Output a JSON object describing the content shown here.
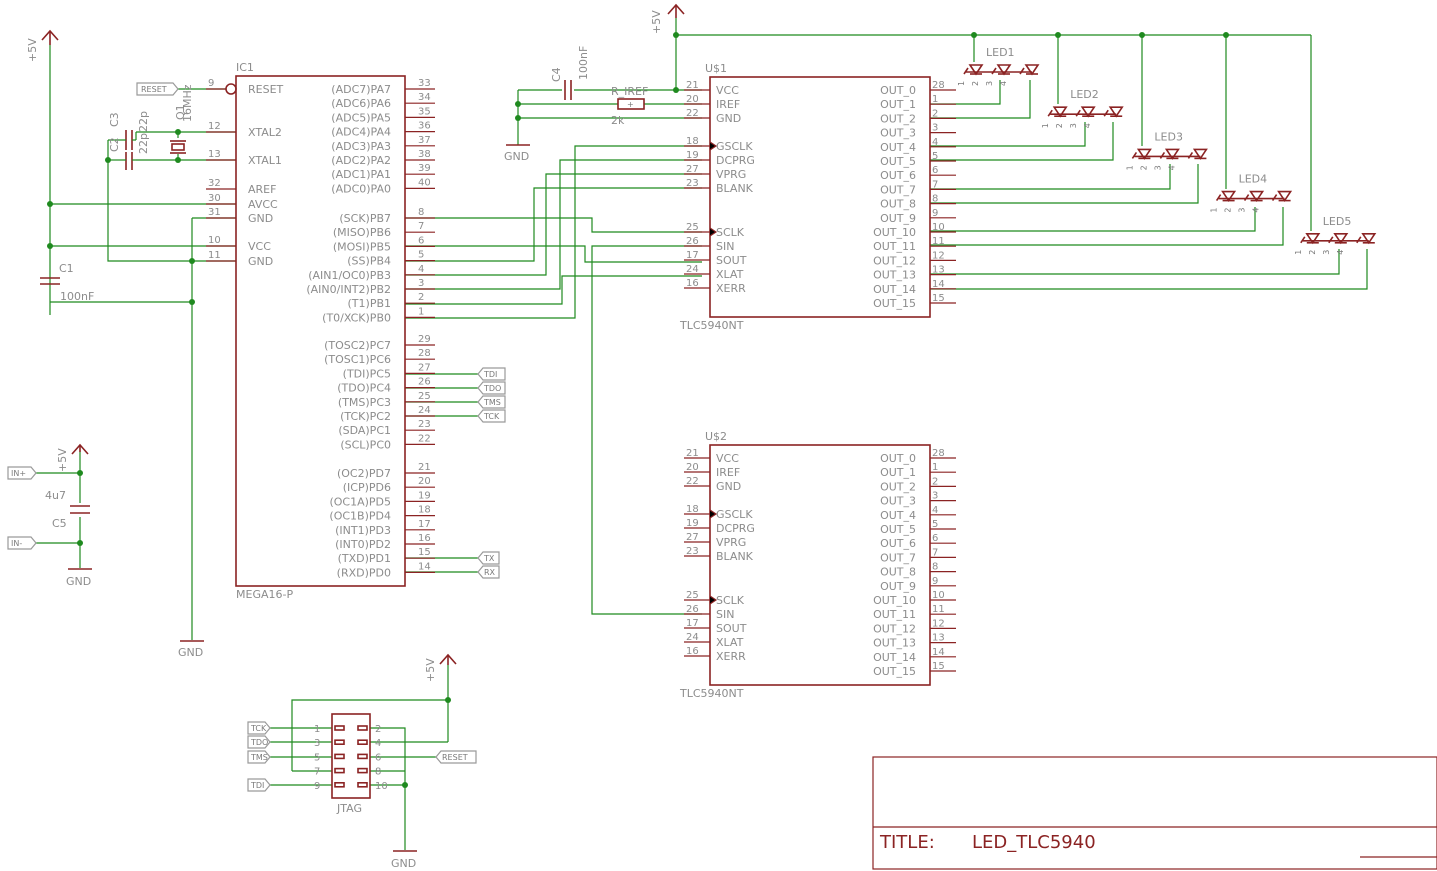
{
  "title_block": {
    "title_label": "TITLE:",
    "title_value": "LED_TLC5940"
  },
  "supply_labels": {
    "vcc": "+5V",
    "gnd": "GND"
  },
  "mcu": {
    "ref": "IC1",
    "value": "MEGA16-P",
    "left_pins": [
      {
        "num": "9",
        "name": "RESET"
      },
      {
        "num": "12",
        "name": "XTAL2"
      },
      {
        "num": "13",
        "name": "XTAL1"
      },
      {
        "num": "32",
        "name": "AREF"
      },
      {
        "num": "30",
        "name": "AVCC"
      },
      {
        "num": "31",
        "name": "GND"
      },
      {
        "num": "10",
        "name": "VCC"
      },
      {
        "num": "11",
        "name": "GND"
      }
    ],
    "right_pins": [
      {
        "num": "33",
        "name": "(ADC7)PA7"
      },
      {
        "num": "34",
        "name": "(ADC6)PA6"
      },
      {
        "num": "35",
        "name": "(ADC5)PA5"
      },
      {
        "num": "36",
        "name": "(ADC4)PA4"
      },
      {
        "num": "37",
        "name": "(ADC3)PA3"
      },
      {
        "num": "38",
        "name": "(ADC2)PA2"
      },
      {
        "num": "39",
        "name": "(ADC1)PA1"
      },
      {
        "num": "40",
        "name": "(ADC0)PA0"
      },
      {
        "num": "8",
        "name": "(SCK)PB7"
      },
      {
        "num": "7",
        "name": "(MISO)PB6"
      },
      {
        "num": "6",
        "name": "(MOSI)PB5"
      },
      {
        "num": "5",
        "name": "(SS)PB4"
      },
      {
        "num": "4",
        "name": "(AIN1/OC0)PB3"
      },
      {
        "num": "3",
        "name": "(AIN0/INT2)PB2"
      },
      {
        "num": "2",
        "name": "(T1)PB1"
      },
      {
        "num": "1",
        "name": "(T0/XCK)PB0"
      },
      {
        "num": "29",
        "name": "(TOSC2)PC7"
      },
      {
        "num": "28",
        "name": "(TOSC1)PC6"
      },
      {
        "num": "27",
        "name": "(TDI)PC5"
      },
      {
        "num": "26",
        "name": "(TDO)PC4"
      },
      {
        "num": "25",
        "name": "(TMS)PC3"
      },
      {
        "num": "24",
        "name": "(TCK)PC2"
      },
      {
        "num": "23",
        "name": "(SDA)PC1"
      },
      {
        "num": "22",
        "name": "(SCL)PC0"
      },
      {
        "num": "21",
        "name": "(OC2)PD7"
      },
      {
        "num": "20",
        "name": "(ICP)PD6"
      },
      {
        "num": "19",
        "name": "(OC1A)PD5"
      },
      {
        "num": "18",
        "name": "(OC1B)PD4"
      },
      {
        "num": "17",
        "name": "(INT1)PD3"
      },
      {
        "num": "16",
        "name": "(INT0)PD2"
      },
      {
        "num": "15",
        "name": "(TXD)PD1"
      },
      {
        "num": "14",
        "name": "(RXD)PD0"
      }
    ]
  },
  "drivers": [
    {
      "ref": "U$1",
      "value": "TLC5940NT"
    },
    {
      "ref": "U$2",
      "value": "TLC5940NT"
    }
  ],
  "tlc_left_pins": [
    {
      "num": "21",
      "name": "VCC"
    },
    {
      "num": "20",
      "name": "IREF"
    },
    {
      "num": "22",
      "name": "GND"
    },
    {
      "num": "18",
      "name": "GSCLK"
    },
    {
      "num": "19",
      "name": "DCPRG"
    },
    {
      "num": "27",
      "name": "VPRG"
    },
    {
      "num": "23",
      "name": "BLANK"
    },
    {
      "num": "25",
      "name": "SCLK"
    },
    {
      "num": "26",
      "name": "SIN"
    },
    {
      "num": "17",
      "name": "SOUT"
    },
    {
      "num": "24",
      "name": "XLAT"
    },
    {
      "num": "16",
      "name": "XERR"
    }
  ],
  "tlc_right_pins": [
    {
      "num": "28",
      "name": "OUT_0"
    },
    {
      "num": "1",
      "name": "OUT_1"
    },
    {
      "num": "2",
      "name": "OUT_2"
    },
    {
      "num": "3",
      "name": "OUT_3"
    },
    {
      "num": "4",
      "name": "OUT_4"
    },
    {
      "num": "5",
      "name": "OUT_5"
    },
    {
      "num": "6",
      "name": "OUT_6"
    },
    {
      "num": "7",
      "name": "OUT_7"
    },
    {
      "num": "8",
      "name": "OUT_8"
    },
    {
      "num": "9",
      "name": "OUT_9"
    },
    {
      "num": "10",
      "name": "OUT_10"
    },
    {
      "num": "11",
      "name": "OUT_11"
    },
    {
      "num": "12",
      "name": "OUT_12"
    },
    {
      "num": "13",
      "name": "OUT_13"
    },
    {
      "num": "14",
      "name": "OUT_14"
    },
    {
      "num": "15",
      "name": "OUT_15"
    }
  ],
  "leds": [
    "LED1",
    "LED2",
    "LED3",
    "LED4",
    "LED5"
  ],
  "led_pin_numbers": [
    "1",
    "2",
    "3",
    "4"
  ],
  "components": {
    "c1": {
      "ref": "C1",
      "value": "100nF"
    },
    "c2": {
      "ref": "C2",
      "value": "22p"
    },
    "c3": {
      "ref": "C3",
      "value": "22p"
    },
    "q1": {
      "ref": "Q1",
      "value": "16MHz"
    },
    "c4": {
      "ref": "C4",
      "value": "100nF"
    },
    "r_ref": {
      "ref": "R_IREF",
      "value": "2k"
    },
    "c5": {
      "ref": "C5",
      "value": "4u7"
    }
  },
  "net_labels": {
    "reset": "RESET",
    "tdi": "TDI",
    "tdo": "TDO",
    "tms": "TMS",
    "tck": "TCK",
    "tx": "TX",
    "rx": "RX",
    "in_plus": "IN+",
    "in_minus": "IN-"
  },
  "jtag": {
    "name": "JTAG",
    "pin_numbers": [
      "1",
      "2",
      "3",
      "4",
      "5",
      "6",
      "7",
      "8",
      "9",
      "10"
    ],
    "labels": [
      "TCK",
      "TDO",
      "TMS",
      "TDI",
      "RESET"
    ]
  }
}
